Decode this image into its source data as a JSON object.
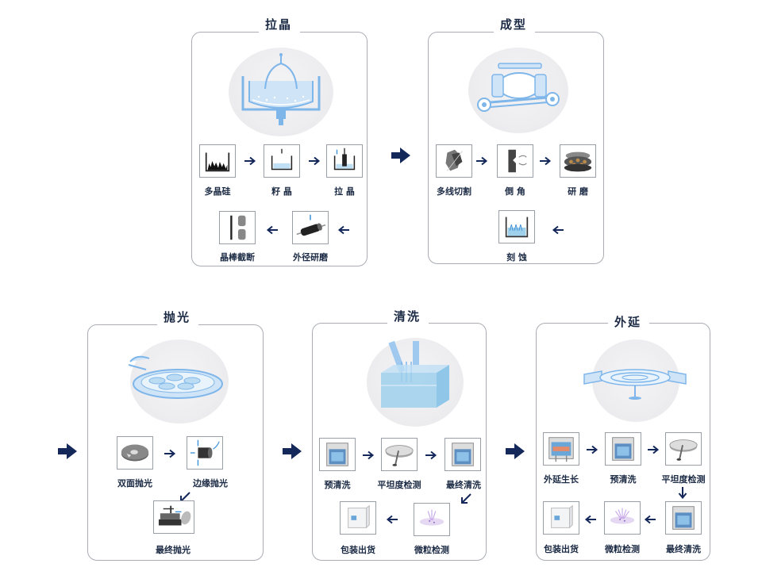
{
  "sections": [
    {
      "title": "拉晶",
      "steps": [
        "多晶硅",
        "籽 晶",
        "拉 晶",
        "外径研磨",
        "晶棒截断"
      ]
    },
    {
      "title": "成型",
      "steps": [
        "多线切割",
        "倒 角",
        "研 磨",
        "刻 蚀"
      ]
    },
    {
      "title": "抛光",
      "steps": [
        "双面抛光",
        "边缘抛光",
        "最终抛光"
      ]
    },
    {
      "title": "清洗",
      "steps": [
        "预清洗",
        "平坦度检测",
        "最终清洗",
        "微粒检测",
        "包装出货"
      ]
    },
    {
      "title": "外延",
      "steps": [
        "外延生长",
        "预清洗",
        "平坦度检测",
        "最终清洗",
        "微粒检测",
        "包装出货"
      ]
    }
  ],
  "colors": {
    "panel_border": "#a9acb3",
    "arrow": "#14285a",
    "accent_blue": "#7fb6ea",
    "label": "#1b2a44"
  }
}
